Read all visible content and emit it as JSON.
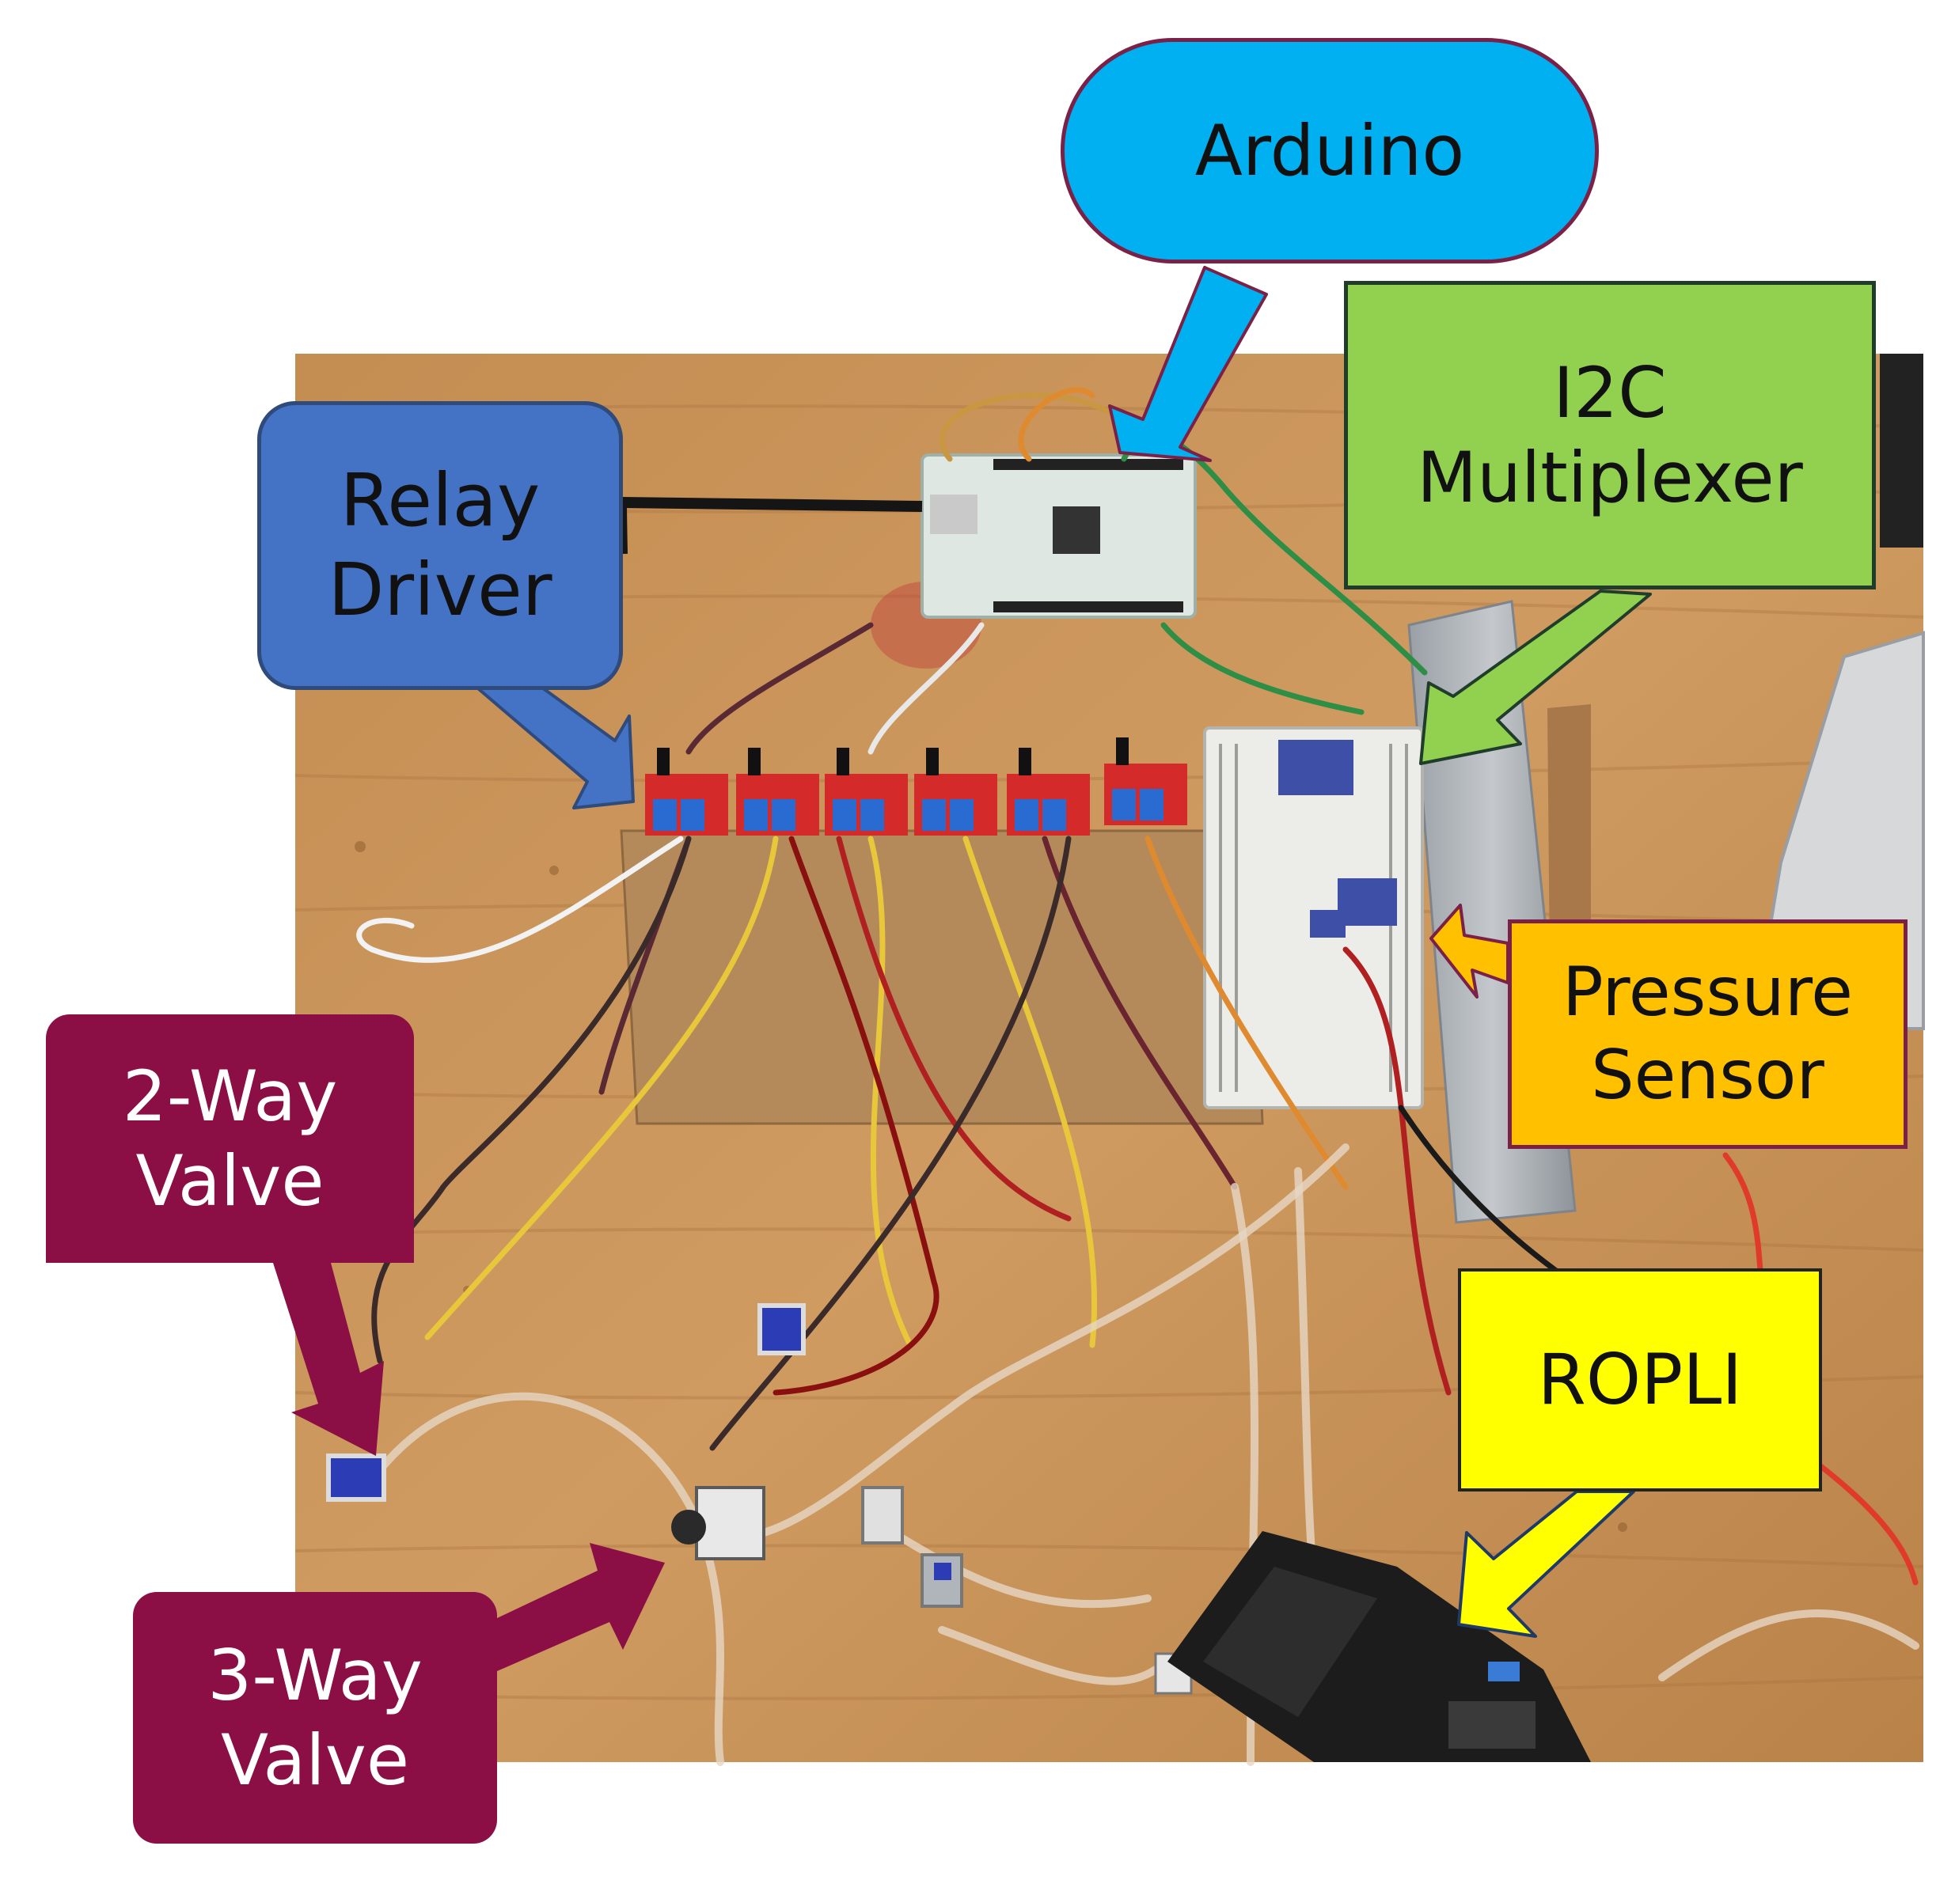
{
  "labels": {
    "arduino": {
      "lines": [
        "Arduino"
      ],
      "fill": "#00b0f0"
    },
    "relay_driver": {
      "lines": [
        "Relay",
        "Driver"
      ],
      "fill": "#4472c4"
    },
    "i2c_multiplexer": {
      "lines": [
        "I2C",
        "Multiplexer"
      ],
      "fill": "#92d050"
    },
    "pressure_sensor": {
      "lines": [
        "Pressure",
        "Sensor"
      ],
      "fill": "#ffc000"
    },
    "ropli": {
      "lines": [
        "ROPLI"
      ],
      "fill": "#ffff00"
    },
    "two_way_valve": {
      "lines": [
        "2-Way",
        "Valve"
      ],
      "fill": "#8b0e44"
    },
    "three_way_valve": {
      "lines": [
        "3-Way",
        "Valve"
      ],
      "fill": "#8b0e44"
    }
  },
  "colors": {
    "workbench": "#c9955a",
    "cardboard": "#b58a5a",
    "relay_board": "#d42a2a",
    "terminal_block": "#2a6bd1",
    "arduino_board": "#dfe7e2",
    "breadboard": "#ecece8",
    "duct_tape": "#a9adb2",
    "ropli_housing": "#1c1c1c",
    "valve_blue": "#2b3cb5"
  }
}
